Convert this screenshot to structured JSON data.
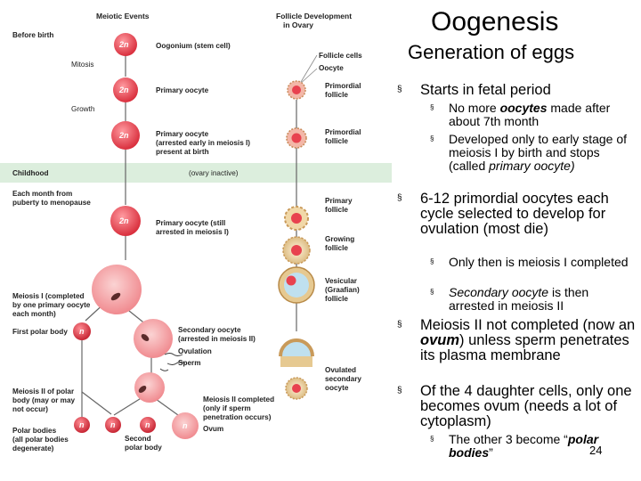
{
  "slide": {
    "title": "Oogenesis",
    "subtitle": "Generation of eggs",
    "page_number": "24"
  },
  "bullets": [
    {
      "text": "Starts in fetal period",
      "sub": [
        {
          "segments": [
            {
              "t": "No more "
            },
            {
              "t": "oocytes",
              "b": true,
              "i": true
            },
            {
              "t": " made after about 7th month"
            }
          ]
        },
        {
          "segments": [
            {
              "t": "Developed only to early stage of meiosis I by birth and stops (called "
            },
            {
              "t": "primary oocyte)",
              "i": true
            }
          ]
        }
      ]
    },
    {
      "text": "6-12 primordial oocytes each cycle selected to develop for ovulation (most die)",
      "sub": [
        {
          "segments": [
            {
              "t": "Only then is meiosis I completed"
            }
          ]
        },
        {
          "segments": [
            {
              "t": "Secondary oocyte",
              "i": true
            },
            {
              "t": " is then arrested in meiosis II"
            }
          ]
        }
      ]
    },
    {
      "segments": [
        {
          "t": "Meiosis II not completed (now an "
        },
        {
          "t": "ovum",
          "b": true,
          "i": true
        },
        {
          "t": ") unless sperm penetrates its plasma membrane"
        }
      ]
    },
    {
      "text": "Of the 4 daughter cells, only one becomes ovum (needs a lot of cytoplasm)",
      "sub": [
        {
          "segments": [
            {
              "t": "The other 3 become “"
            },
            {
              "t": "polar bodies",
              "b": true,
              "i": true
            },
            {
              "t": "”"
            }
          ]
        }
      ]
    }
  ],
  "diagram": {
    "headers": {
      "meiotic": [
        "Meiotic Events"
      ],
      "follicle": [
        "Follicle Development",
        "in Ovary"
      ]
    },
    "left_labels": {
      "before_birth": [
        "Before birth"
      ],
      "mitosis": [
        "Mitosis"
      ],
      "growth": [
        "Growth"
      ],
      "childhood": [
        "Childhood"
      ],
      "each_month": [
        "Each month from",
        "puberty to menopause"
      ],
      "meiosis1": [
        "Meiosis I (completed",
        "by one primary oocyte",
        "each month)"
      ],
      "first_polar": [
        "First polar body"
      ],
      "meiosis2": [
        "Meiosis II of polar",
        "body (may or may",
        "not occur)"
      ],
      "polar_bodies": [
        "Polar bodies",
        "(all polar bodies",
        "degenerate)"
      ]
    },
    "cell_labels": {
      "oogonium": [
        "Oogonium (stem cell)"
      ],
      "primary1": [
        "Primary oocyte"
      ],
      "primary2": [
        "Primary oocyte",
        "(arrested early in meiosis I)",
        "present at birth"
      ],
      "ovary_inactive": [
        "(ovary inactive)"
      ],
      "primary3": [
        "Primary oocyte (still",
        "arrested in meiosis I)"
      ],
      "secondary": [
        "Secondary oocyte",
        "(arrested in meiosis II)"
      ],
      "ovulation": [
        "Ovulation"
      ],
      "sperm": [
        "Sperm"
      ],
      "meiosis2_done": [
        "Meiosis II completed",
        "(only if sperm",
        "penetration occurs)"
      ],
      "ovum": [
        "Ovum"
      ],
      "second_polar": [
        "Second",
        "polar body"
      ]
    },
    "follicle_labels": {
      "follicle_cells": [
        "Follicle cells"
      ],
      "oocyte": [
        "Oocyte"
      ],
      "primordial1": [
        "Primordial",
        "follicle"
      ],
      "primordial2": [
        "Primordial",
        "follicle"
      ],
      "primary_follicle": [
        "Primary",
        "follicle"
      ],
      "growing": [
        "Growing",
        "follicle"
      ],
      "vesicular": [
        "Vesicular",
        "(Graafian)",
        "follicle"
      ],
      "ovulated": [
        "Ovulated",
        "secondary",
        "oocyte"
      ]
    },
    "cell_symbols": {
      "diploid": "2n",
      "haploid": "n"
    },
    "colors": {
      "cell": "#e8424f",
      "cell_light": "#f7c4c4",
      "childhood_band": "#dceedd",
      "follicle": "#f1d8a8",
      "antrum": "#bfe0ef",
      "line": "#555555"
    }
  }
}
